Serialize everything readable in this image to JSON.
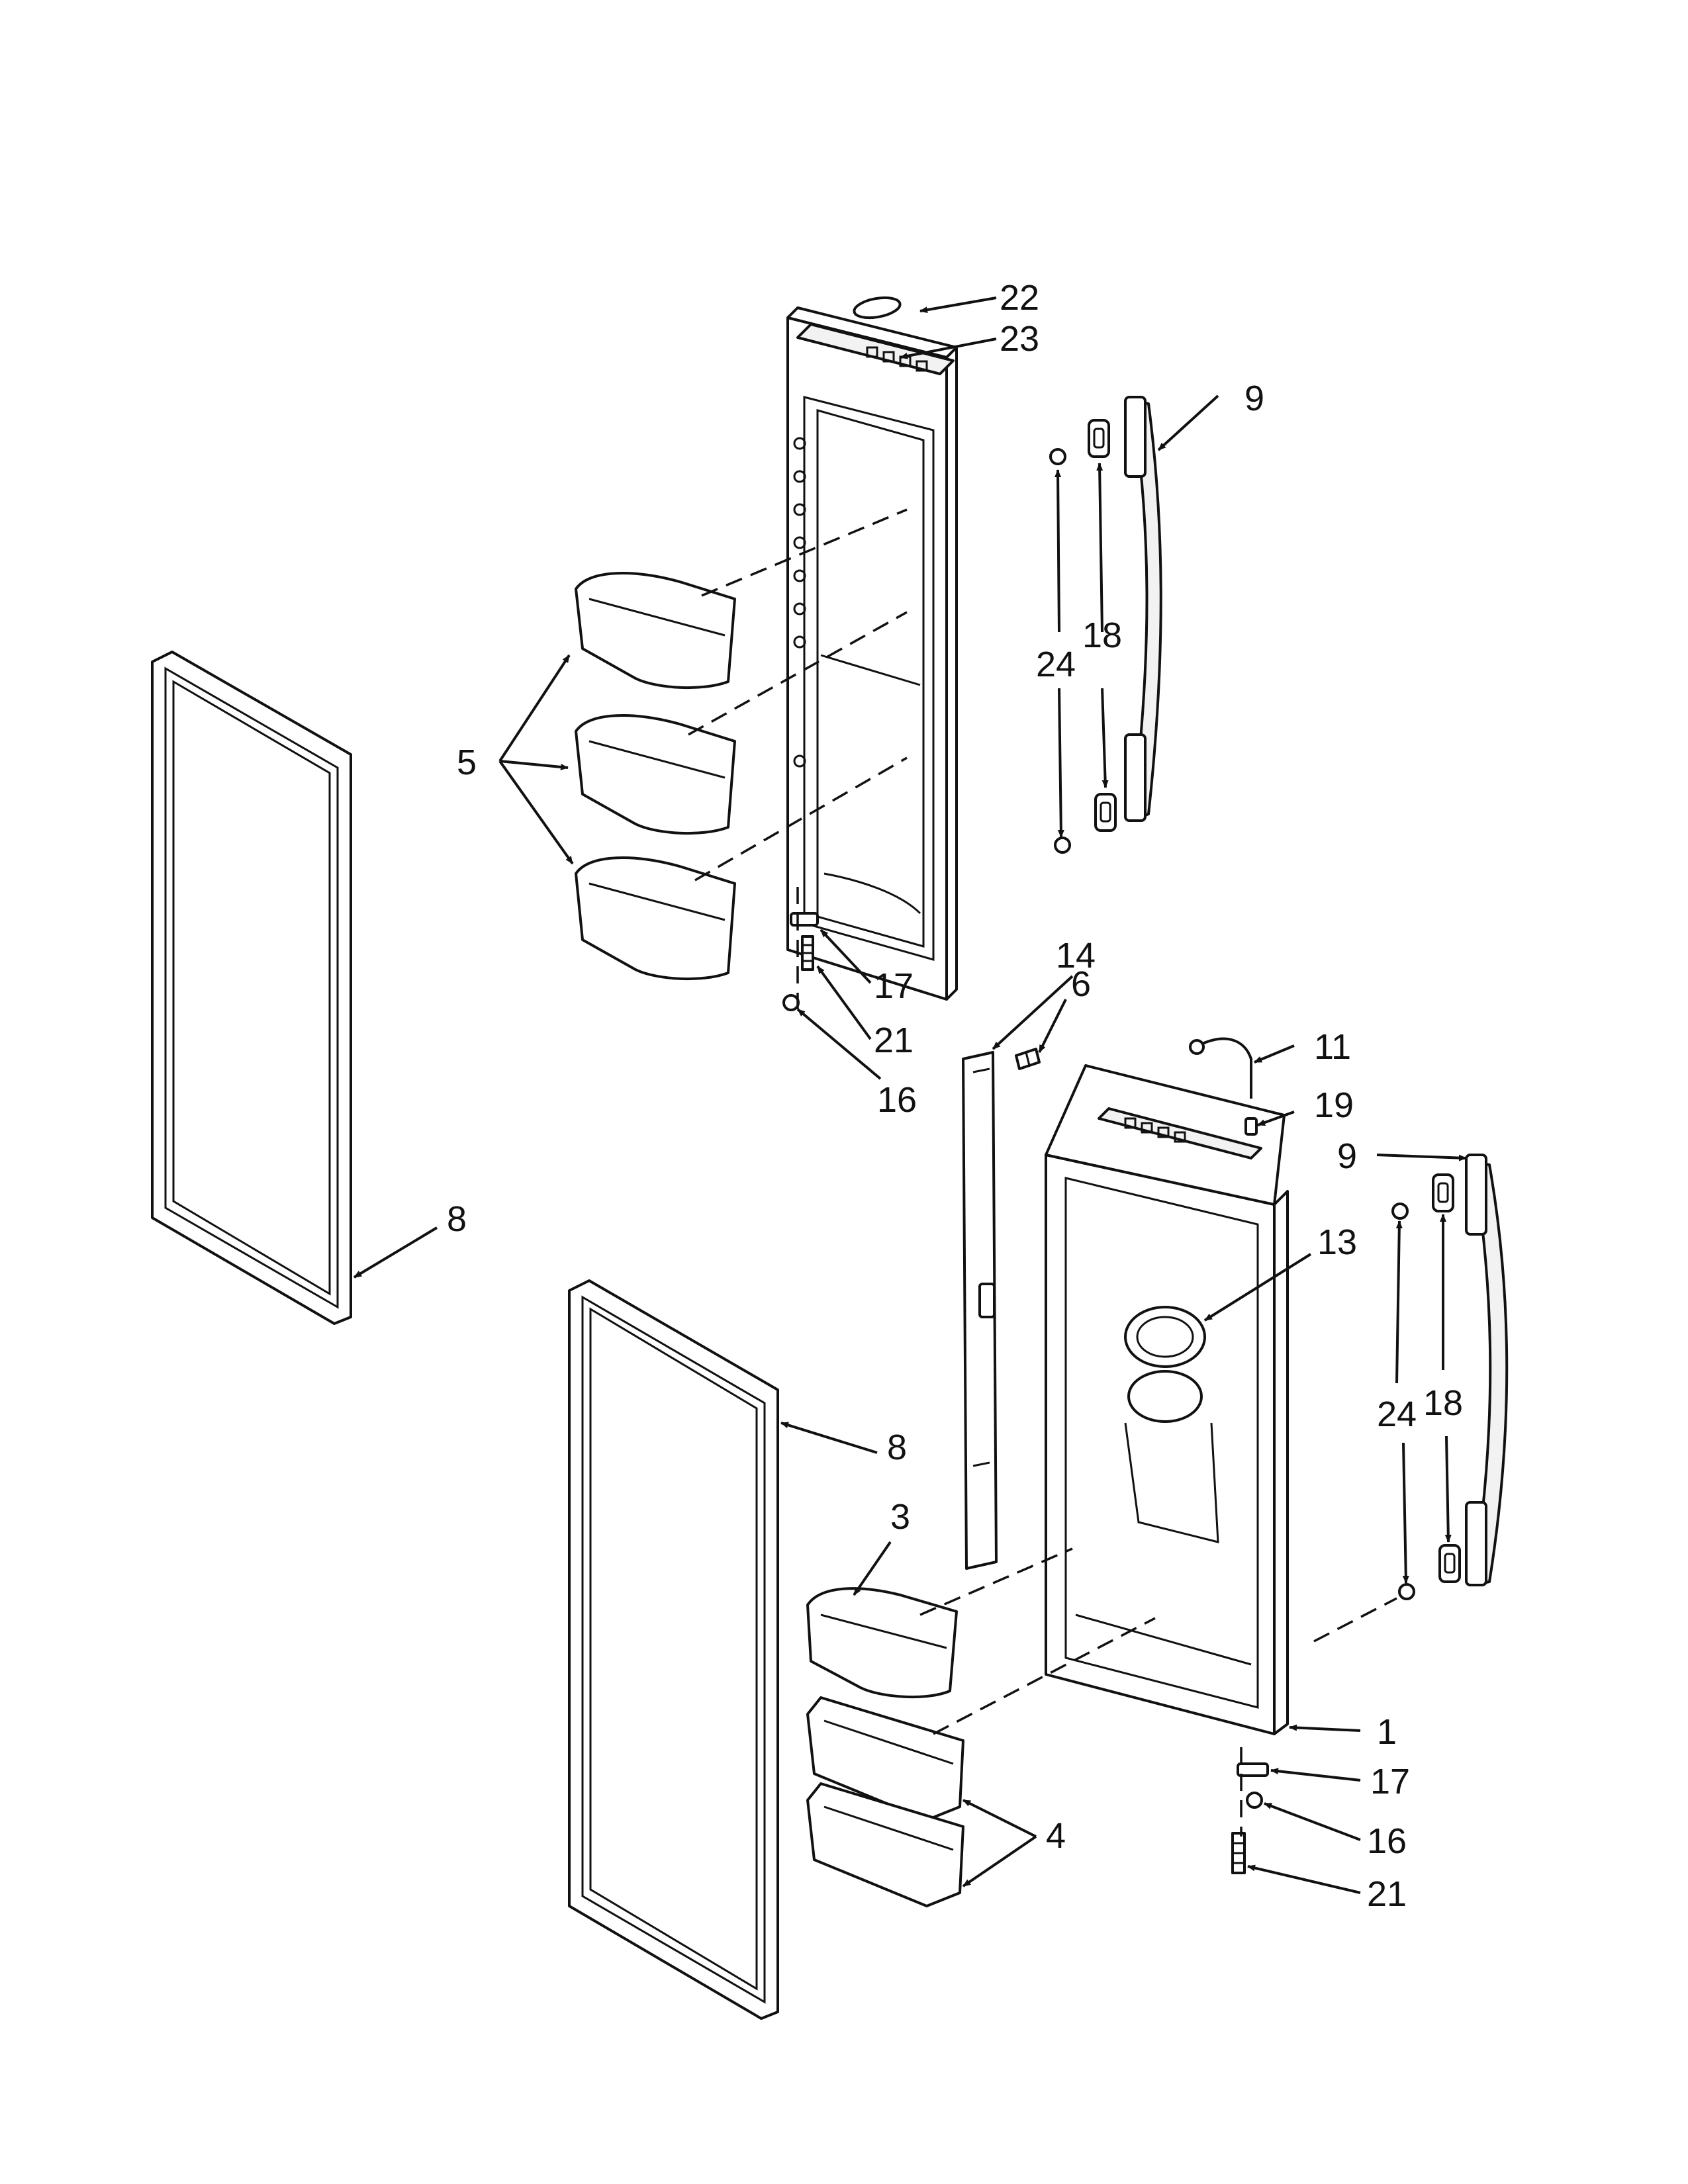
{
  "labels": {
    "p1": "1",
    "p3": "3",
    "p4": "4",
    "p5": "5",
    "p6": "6",
    "p8a": "8",
    "p8b": "8",
    "p9a": "9",
    "p9b": "9",
    "p11": "11",
    "p13": "13",
    "p14": "14",
    "p16a": "16",
    "p16b": "16",
    "p17a": "17",
    "p17b": "17",
    "p18a": "18",
    "p18b": "18",
    "p19": "19",
    "p21a": "21",
    "p21b": "21",
    "p22": "22",
    "p23": "23",
    "p24a": "24",
    "p24b": "24"
  }
}
